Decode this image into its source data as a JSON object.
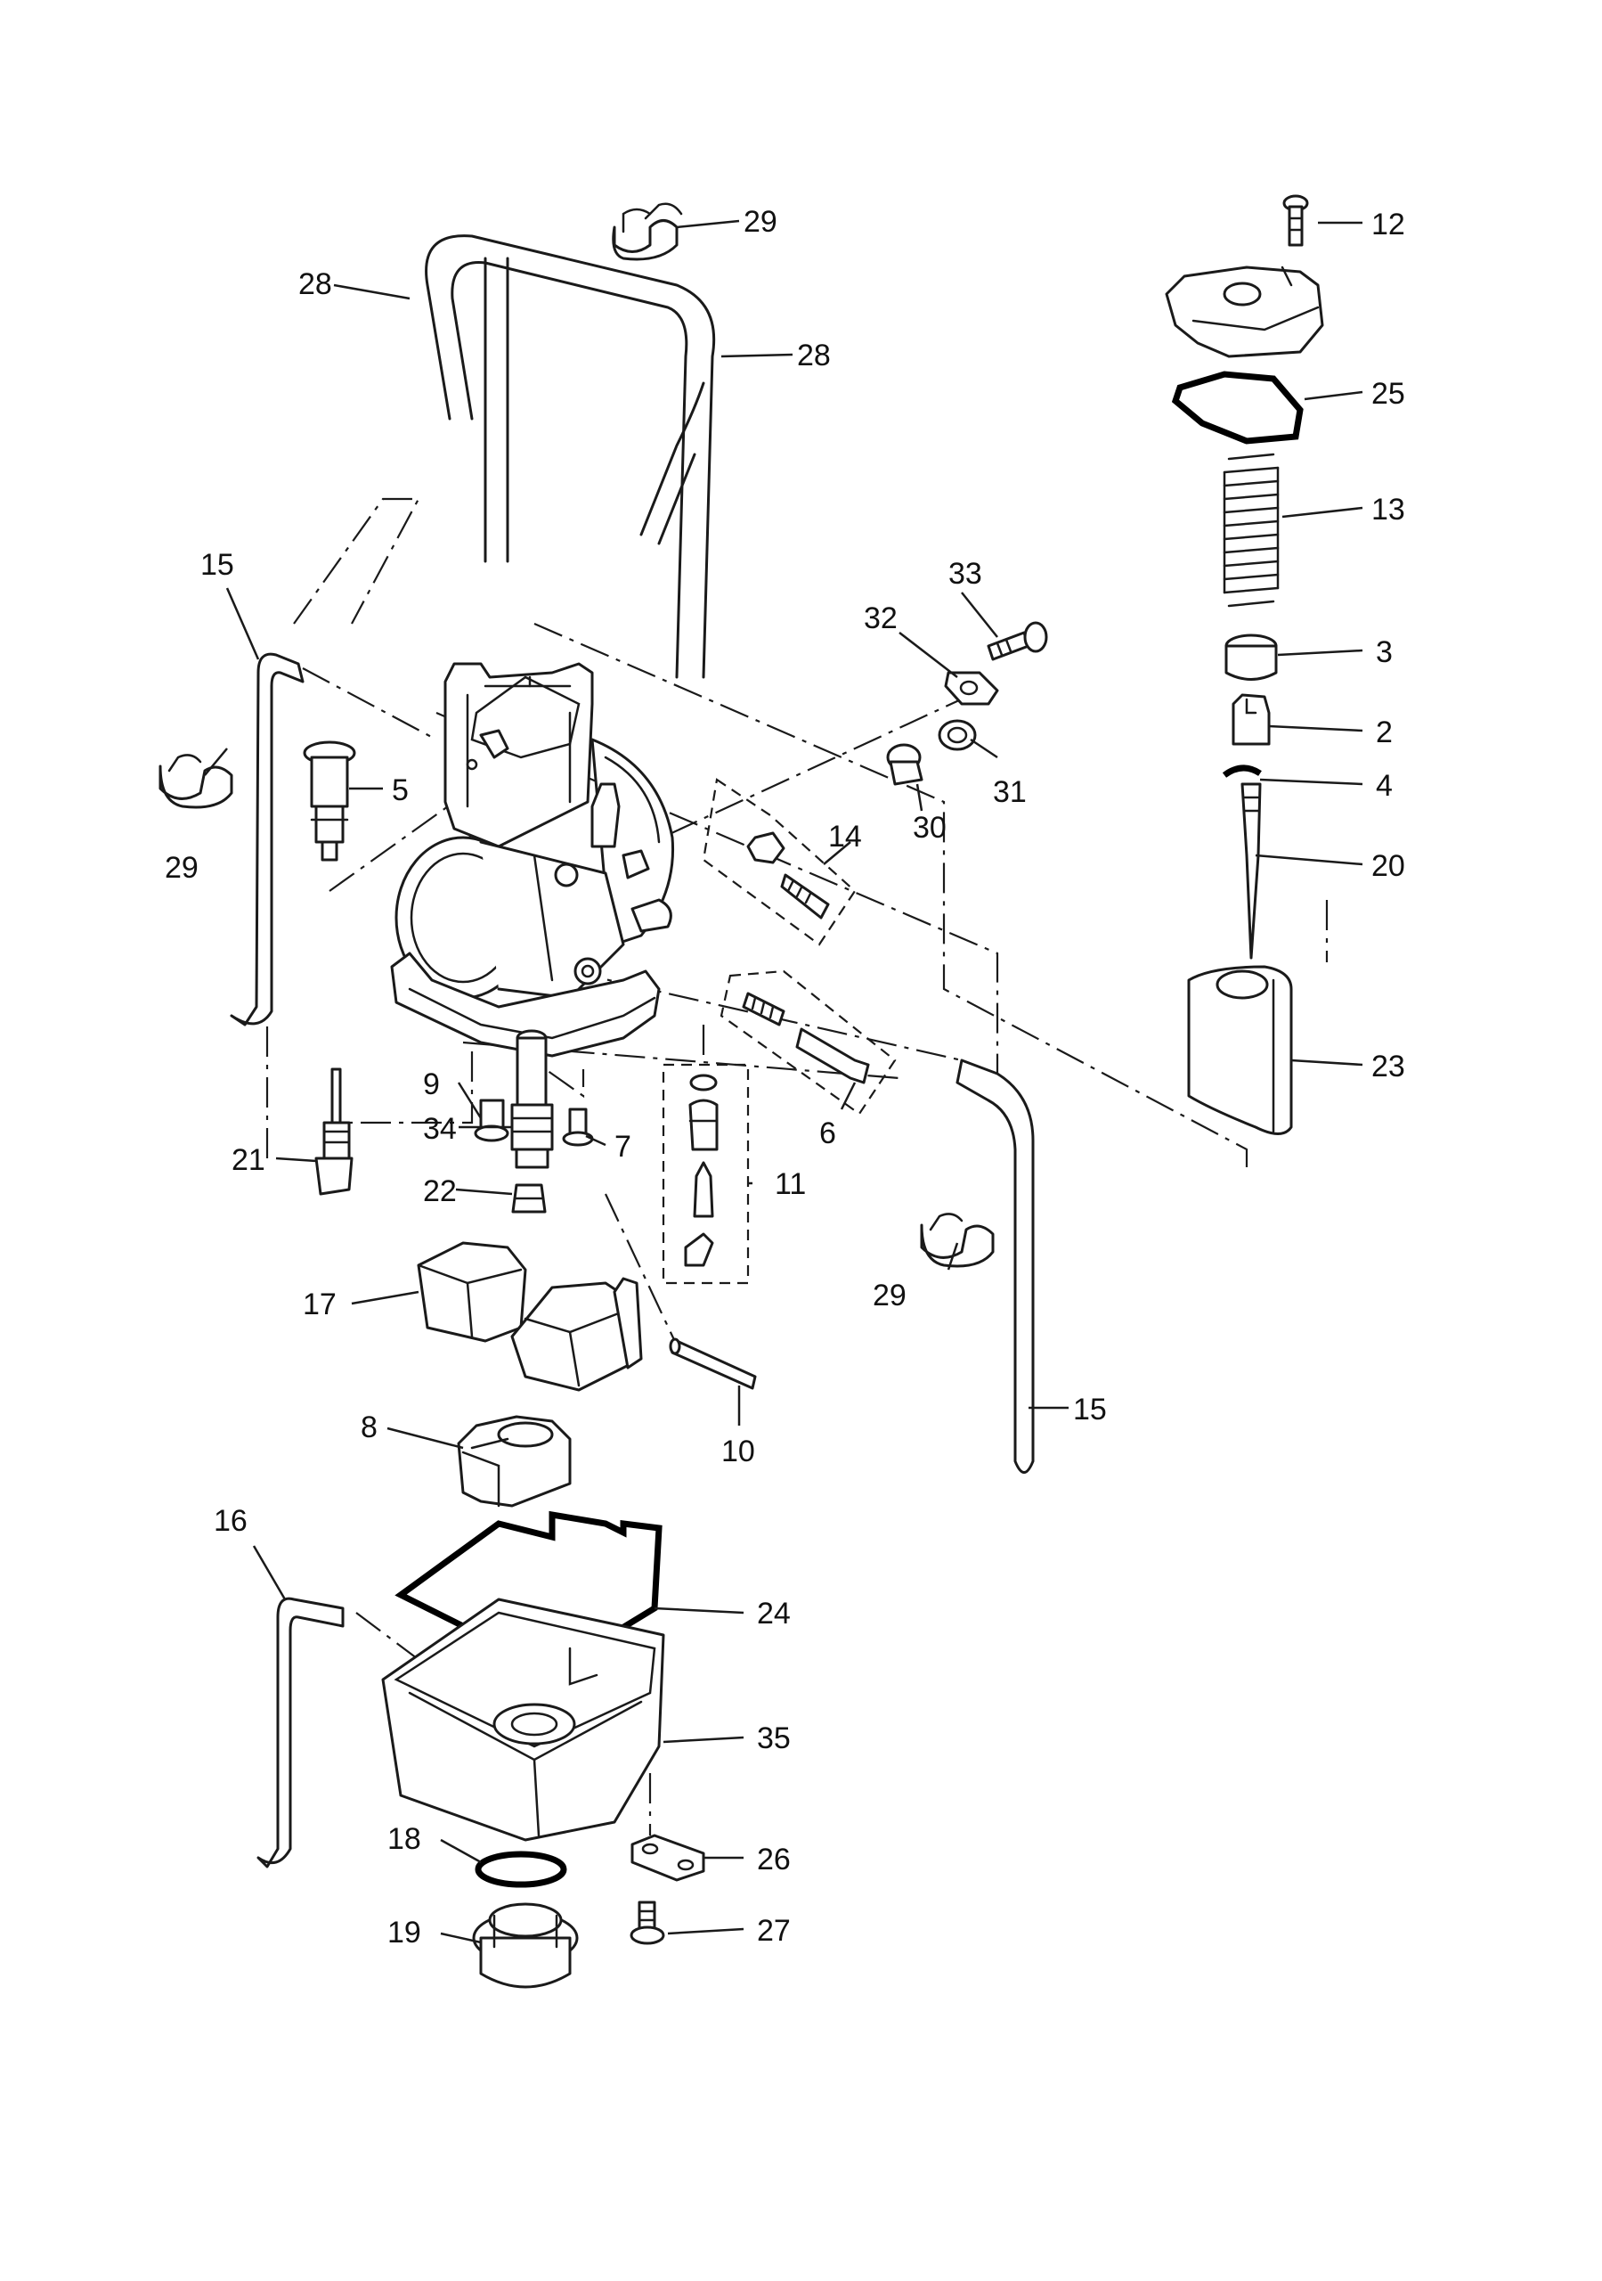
{
  "callouts": [
    {
      "id": "c2",
      "label": "2"
    },
    {
      "id": "c3",
      "label": "3"
    },
    {
      "id": "c4",
      "label": "4"
    },
    {
      "id": "c5",
      "label": "5"
    },
    {
      "id": "c6",
      "label": "6"
    },
    {
      "id": "c7",
      "label": "7"
    },
    {
      "id": "c8",
      "label": "8"
    },
    {
      "id": "c9",
      "label": "9"
    },
    {
      "id": "c10",
      "label": "10"
    },
    {
      "id": "c11",
      "label": "11"
    },
    {
      "id": "c12",
      "label": "12"
    },
    {
      "id": "c13",
      "label": "13"
    },
    {
      "id": "c14",
      "label": "14"
    },
    {
      "id": "c15a",
      "label": "15"
    },
    {
      "id": "c15b",
      "label": "15"
    },
    {
      "id": "c16",
      "label": "16"
    },
    {
      "id": "c17",
      "label": "17"
    },
    {
      "id": "c18",
      "label": "18"
    },
    {
      "id": "c19",
      "label": "19"
    },
    {
      "id": "c20",
      "label": "20"
    },
    {
      "id": "c21",
      "label": "21"
    },
    {
      "id": "c22",
      "label": "22"
    },
    {
      "id": "c23",
      "label": "23"
    },
    {
      "id": "c24",
      "label": "24"
    },
    {
      "id": "c25",
      "label": "25"
    },
    {
      "id": "c26",
      "label": "26"
    },
    {
      "id": "c27",
      "label": "27"
    },
    {
      "id": "c28a",
      "label": "28"
    },
    {
      "id": "c28b",
      "label": "28"
    },
    {
      "id": "c29a",
      "label": "29"
    },
    {
      "id": "c29b",
      "label": "29"
    },
    {
      "id": "c29c",
      "label": "29"
    },
    {
      "id": "c30",
      "label": "30"
    },
    {
      "id": "c31",
      "label": "31"
    },
    {
      "id": "c32",
      "label": "32"
    },
    {
      "id": "c33",
      "label": "33"
    },
    {
      "id": "c34",
      "label": "34"
    },
    {
      "id": "c35",
      "label": "35"
    }
  ],
  "colors": {
    "line": "#1a1a1a",
    "background": "#ffffff"
  }
}
